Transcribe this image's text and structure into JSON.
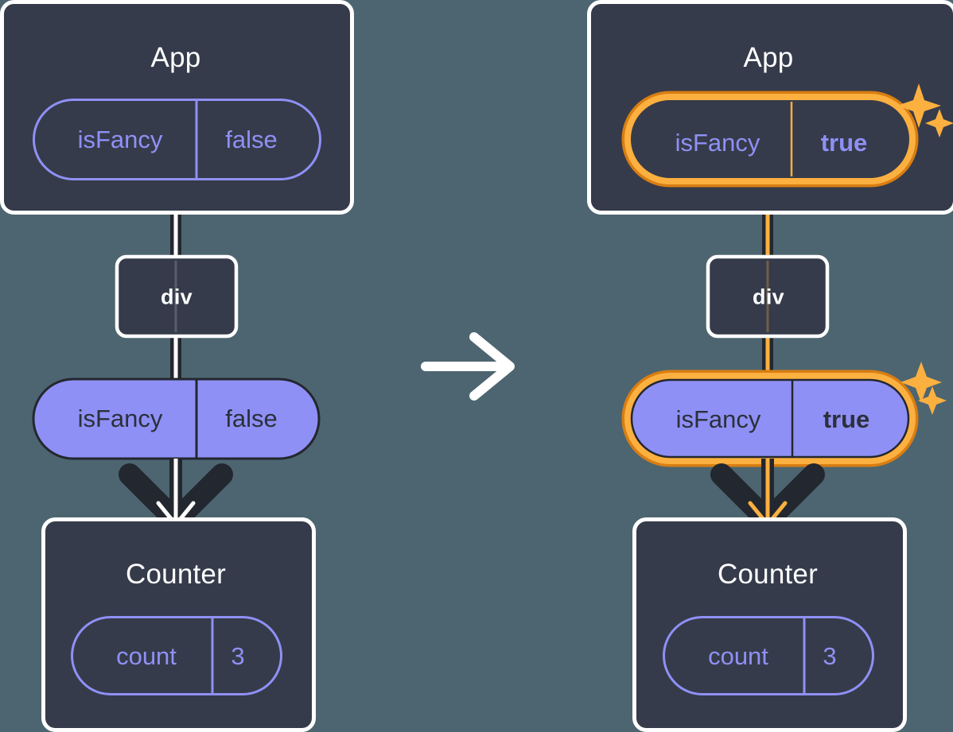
{
  "diagram": {
    "title": "React state propagation: isFancy prop update",
    "type": "component-tree-comparison",
    "background_color": "#4d6570",
    "transition_icon": "right-arrow-icon",
    "panels": [
      {
        "id": "before",
        "nodes": {
          "app": {
            "label": "App",
            "kind": "component-box",
            "style": "dark-outlined",
            "pill": {
              "name": "isFancy",
              "value": "false",
              "style": "outlined",
              "highlighted": false,
              "bold_value": false
            }
          },
          "div": {
            "label": "div",
            "kind": "element-box",
            "style": "dark-outlined"
          },
          "prop": {
            "name": "isFancy",
            "value": "false",
            "kind": "prop-pill",
            "style": "filled",
            "highlighted": false,
            "bold_value": false
          },
          "counter": {
            "label": "Counter",
            "kind": "component-box",
            "style": "dark-outlined",
            "pill": {
              "name": "count",
              "value": "3",
              "style": "outlined",
              "highlighted": false,
              "bold_value": false
            }
          }
        },
        "connector_color": "#ffffff",
        "sparkles": false
      },
      {
        "id": "after",
        "nodes": {
          "app": {
            "label": "App",
            "kind": "component-box",
            "style": "dark-outlined",
            "pill": {
              "name": "isFancy",
              "value": "true",
              "style": "outlined",
              "highlighted": true,
              "bold_value": true
            }
          },
          "div": {
            "label": "div",
            "kind": "element-box",
            "style": "dark-outlined"
          },
          "prop": {
            "name": "isFancy",
            "value": "true",
            "kind": "prop-pill",
            "style": "filled",
            "highlighted": true,
            "bold_value": true
          },
          "counter": {
            "label": "Counter",
            "kind": "component-box",
            "style": "dark-outlined",
            "pill": {
              "name": "count",
              "value": "3",
              "style": "outlined",
              "highlighted": false,
              "bold_value": false
            }
          }
        },
        "connector_color": "#fbb040",
        "sparkles": true
      }
    ]
  },
  "colors": {
    "background": "#4d6570",
    "box_fill": "#353b4a",
    "box_stroke": "#ffffff",
    "pill_outline_stroke": "#8f90f5",
    "pill_fill": "#8f90f5",
    "pill_fill_stroke": "#23272f",
    "highlight_outer": "#d97e12",
    "highlight_inner": "#fbb040",
    "connector_dark": "#23272f",
    "connector_light": "#ffffff",
    "connector_accent": "#fbb040",
    "text_light": "#ffffff",
    "text_dark": "#2b303b",
    "text_lavender": "#8f90f5",
    "sparkle": "#fbb040"
  },
  "labels": {
    "left_app": "App",
    "left_app_pill_name": "isFancy",
    "left_app_pill_value": "false",
    "left_div": "div",
    "left_prop_name": "isFancy",
    "left_prop_value": "false",
    "left_counter": "Counter",
    "left_counter_pill_name": "count",
    "left_counter_pill_value": "3",
    "right_app": "App",
    "right_app_pill_name": "isFancy",
    "right_app_pill_value": "true",
    "right_div": "div",
    "right_prop_name": "isFancy",
    "right_prop_value": "true",
    "right_counter": "Counter",
    "right_counter_pill_name": "count",
    "right_counter_pill_value": "3"
  }
}
